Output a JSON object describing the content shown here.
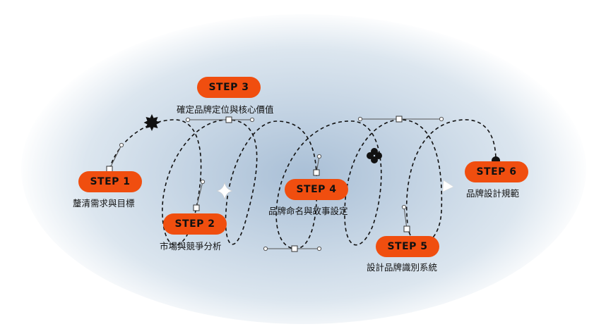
{
  "steps": [
    {
      "label": "STEP 1",
      "text": "釐清需求與目標"
    },
    {
      "label": "STEP 2",
      "text": "市場與競爭分析"
    },
    {
      "label": "STEP 3",
      "text": "確定品牌定位與核心價值"
    },
    {
      "label": "STEP 4",
      "text": "品牌命名與故事設定"
    },
    {
      "label": "STEP 5",
      "text": "設計品牌識別系統"
    },
    {
      "label": "STEP 6",
      "text": "品牌設計規範"
    }
  ],
  "colors": {
    "accent": "#f04e0f",
    "path": "#111111",
    "glow": "#a9bfd6"
  },
  "icons": [
    "starburst-icon",
    "sparkle-icon",
    "clover-icon",
    "triangle-icon",
    "dot-icon"
  ]
}
